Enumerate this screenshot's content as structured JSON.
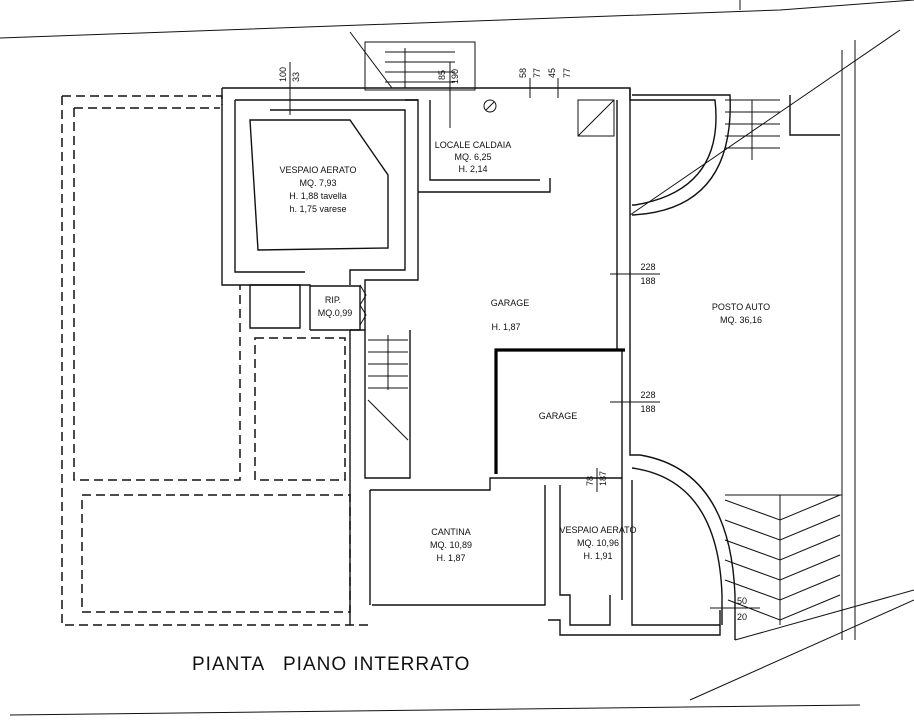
{
  "drawing": {
    "title": "PIANTA   PIANO INTERRATO"
  },
  "rooms": {
    "vespaio_top": {
      "name": "VESPAIO AERATO",
      "area": "MQ. 7,93",
      "h1": "H. 1,88  tavella",
      "h2": "h. 1,75  varese"
    },
    "locale_caldaia": {
      "name": "LOCALE CALDAIA",
      "area": "MQ. 6,25",
      "h": "H. 2,14"
    },
    "rip": {
      "name": "RIP.",
      "area": "MQ.0,99"
    },
    "garage_main": {
      "name": "GARAGE",
      "h": "H. 1,87"
    },
    "garage_small": {
      "name": "GARAGE"
    },
    "posto_auto": {
      "name": "POSTO AUTO",
      "area": "MQ. 36,16"
    },
    "cantina": {
      "name": "CANTINA",
      "area": "MQ. 10,89",
      "h": "H. 1,87"
    },
    "vespaio_bottom": {
      "name": "VESPAIO AERATO",
      "area": "MQ. 10,96",
      "h": "H. 1,91"
    }
  },
  "dimensions": {
    "window_left_top": "100",
    "window_left_bottom": "33",
    "window_mid_top": "85",
    "window_mid_bottom": "190",
    "window_right_a": "58",
    "window_right_b": "77",
    "window_right_c": "45",
    "window_right_d": "77",
    "opening_upper_top": "228",
    "opening_upper_bottom": "188",
    "opening_lower_top": "228",
    "opening_lower_bottom": "188",
    "door_vespaio_a": "78",
    "door_vespaio_b": "187",
    "corner_top": "50",
    "corner_bottom": "20"
  }
}
